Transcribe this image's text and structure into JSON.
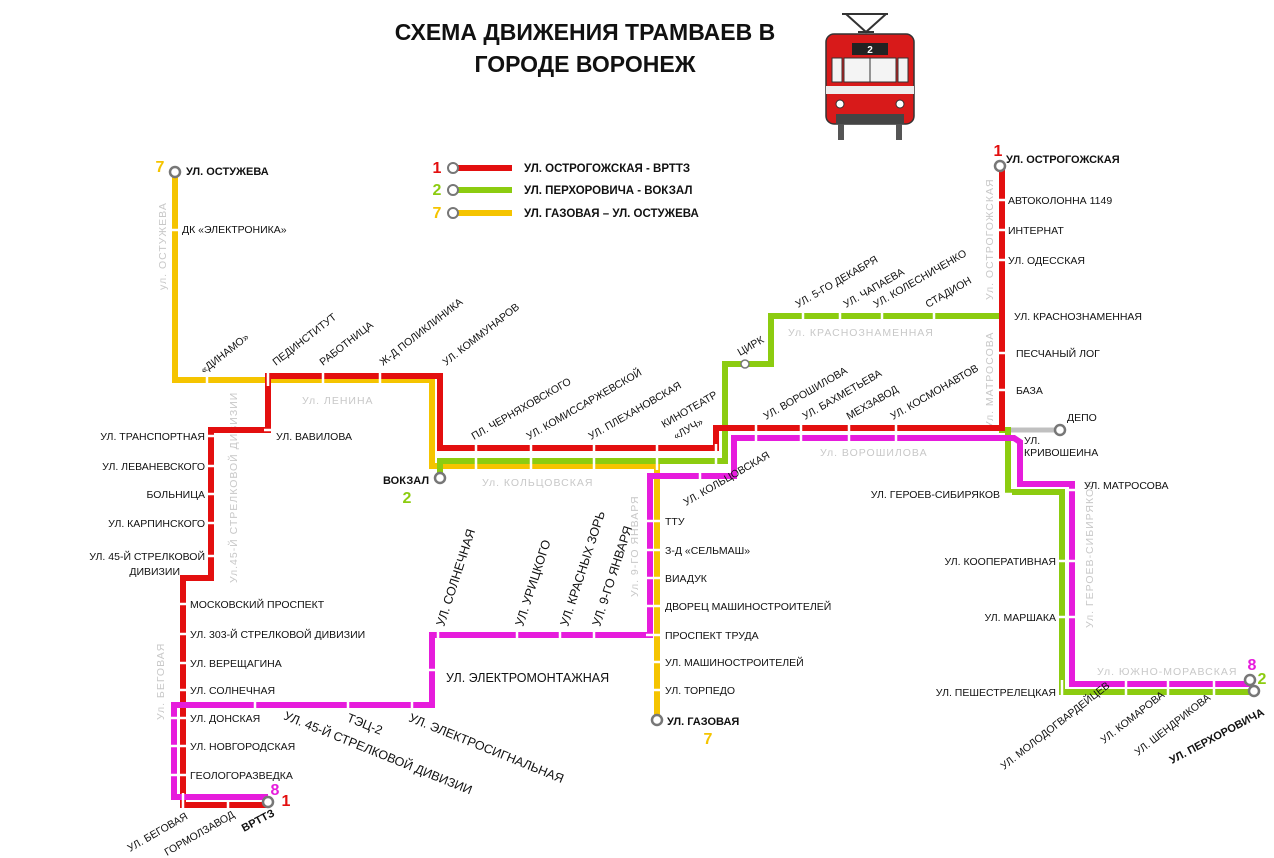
{
  "title": {
    "line1": "СХЕМА ДВИЖЕНИЯ ТРАМВАЕВ В",
    "line2": "ГОРОДЕ ВОРОНЕЖ"
  },
  "tram_icon": {
    "route_sign": "2"
  },
  "colors": {
    "route1": "#e30f0f",
    "route2": "#8ccc10",
    "route7": "#f5c400",
    "route8": "#e61cdc",
    "depot": "#c0c0c0"
  },
  "legend": [
    {
      "number": "1",
      "label": "УЛ. ОСТРОГОЖСКАЯ - ВРТТЗ"
    },
    {
      "number": "2",
      "label": "УЛ. ПЕРХОРОВИЧА - ВОКЗАЛ"
    },
    {
      "number": "7",
      "label": "УЛ. ГАЗОВАЯ – УЛ. ОСТУЖЕВА"
    }
  ],
  "route_numbers": {
    "r7_top": "7",
    "r1_top": "1",
    "r2_vokzal": "2",
    "r7_gaz": "7",
    "r8_vrttz": "8",
    "r1_vrttz": "1",
    "r8_persh": "8",
    "r2_persh": "2"
  },
  "terminals": {
    "ostuzheva": "УЛ. ОСТУЖЕВА",
    "ostrogozhskaya": "УЛ. ОСТРОГОЖСКАЯ",
    "depo": "ДЕПО",
    "vokzal": "ВОКЗАЛ",
    "gazovaya": "УЛ. ГАЗОВАЯ",
    "vrttz": "ВРТТЗ",
    "perhorovicha": "УЛ. ПЕРХОРОВИЧА"
  },
  "streets": {
    "ostuzheva": "ул. ОСТУЖЕВА",
    "lenina": "Ул. ЛЕНИНА",
    "strelk45": "Ул.45-Й СТРЕЛКОВОЙ ДИВИЗИИ",
    "koltsovskaya": "Ул. КОЛЬЦОВСКАЯ",
    "yanvarya9": "Ул. 9-ГО ЯНВАРЯ",
    "krasnoznam": "Ул. КРАСНОЗНАМЕННАЯ",
    "voroshilova": "Ул. ВОРОШИЛОВА",
    "matrosova": "Ул. МАТРОСОВА",
    "ostrogozh": "Ул. ОСТРОГОЖСКАЯ",
    "geroev": "Ул. ГЕРОЕВ-СИБИРЯКОВ",
    "yuzhno": "Ул. ЮЖНО-МОРАВСКАЯ",
    "begovaya": "Ул. БЕГОВАЯ"
  },
  "stops": {
    "dk_elektronika": "ДК «ЭЛЕКТРОНИКА»",
    "dinamo": "«ДИНАМО»",
    "pedinstitut": "ПЕДИНСТИТУТ",
    "rabotnitsa": "РАБОТНИЦА",
    "zhd_poliklinika": "Ж-Д ПОЛИКЛИНИКА",
    "kommunarov": "УЛ. КОММУНАРОВ",
    "vavilova": "УЛ. ВАВИЛОВА",
    "transportnaya": "УЛ. ТРАНСПОРТНАЯ",
    "levanevskogo": "УЛ. ЛЕВАНЕВСКОГО",
    "bolnitsa": "БОЛЬНИЦА",
    "karpinskogo": "УЛ. КАРПИНСКОГО",
    "strelk45_line1": "УЛ. 45-Й СТРЕЛКОВОЙ",
    "strelk45_line2": "ДИВИЗИИ",
    "moskovsky": "МОСКОВСКИЙ ПРОСПЕКТ",
    "strelk303": "УЛ. 303-Й СТРЕЛКОВОЙ ДИВИЗИИ",
    "vereshchagina": "УЛ. ВЕРЕЩАГИНА",
    "solnechnaya_w": "УЛ. СОЛНЕЧНАЯ",
    "donskaya": "УЛ. ДОНСКАЯ",
    "novgorodskaya": "УЛ. НОВГОРОДСКАЯ",
    "geologorazvedka": "ГЕОЛОГОРАЗВЕДКА",
    "begovaya": "УЛ. БЕГОВАЯ",
    "gormolzavod": "ГОРМОЛЗАВОД",
    "strelk45_big": "УЛ. 45-Й СТРЕЛКОВОЙ ДИВИЗИИ",
    "tets2": "ТЭЦ-2",
    "elektrosignalnaya": "УЛ. ЭЛЕКТРОСИГНАЛЬНАЯ",
    "elektromontazhnaya": "УЛ. ЭЛЕКТРОМОНТАЖНАЯ",
    "solnechnaya_c": "УЛ. СОЛНЕЧНАЯ",
    "uritskogo": "УЛ. УРИЦКОГО",
    "krasnykh_zor": "УЛ. КРАСНЫХ ЗОРЬ",
    "yanvarya9_stop": "УЛ. 9-ГО ЯНВАРЯ",
    "pl_chernyakhovskogo": "ПЛ. ЧЕРНЯХОВСКОГО",
    "komissarzhevskoy": "УЛ. КОМИССАРЖЕВСКОЙ",
    "plekhanovskaya": "УЛ. ПЛЕХАНОВСКАЯ",
    "kinoteatr": "КИНОТЕАТР",
    "luch": "«ЛУЧ»",
    "koltsovskaya": "УЛ. КОЛЬЦОВСКАЯ",
    "ttu": "ТТУ",
    "selmash": "З-Д «СЕЛЬМАШ»",
    "viaduk": "ВИАДУК",
    "dvorets": "ДВОРЕЦ МАШИНОСТРОИТЕЛЕЙ",
    "prospekt_truda": "ПРОСПЕКТ ТРУДА",
    "mashinostroiteley": "УЛ. МАШИНОСТРОИТЕЛЕЙ",
    "torpedo": "УЛ. ТОРПЕДО",
    "tsirk": "ЦИРК",
    "dekabrya5": "УЛ. 5-ГО ДЕКАБРЯ",
    "chapaeva": "УЛ. ЧАПАЕВА",
    "kolesnichenko": "УЛ. КОЛЕСНИЧЕНКО",
    "stadion": "СТАДИОН",
    "voroshilova": "УЛ. ВОРОШИЛОВА",
    "bakhmetyeva": "УЛ. БАХМЕТЬЕВА",
    "mekhzavod": "МЕХЗАВОД",
    "kosmonavtov": "УЛ. КОСМОНАВТОВ",
    "avtokolonna": "АВТОКОЛОННА 1149",
    "internat": "ИНТЕРНАТ",
    "odesskaya": "УЛ. ОДЕССКАЯ",
    "krasnoznamennaya": "УЛ. КРАСНОЗНАМЕННАЯ",
    "peschany_log": "ПЕСЧАНЫЙ ЛОГ",
    "baza": "БАЗА",
    "krivosheina_1": "УЛ.",
    "krivosheina_2": "КРИВОШЕИНА",
    "geroev_sibiryakov": "УЛ. ГЕРОЕВ-СИБИРЯКОВ",
    "matrosova": "УЛ. МАТРОСОВА",
    "kooperativnaya": "УЛ. КООПЕРАТИВНАЯ",
    "marshaka": "УЛ. МАРШАКА",
    "peshestrelets": "УЛ. ПЕШЕСТРЕЛЕЦКАЯ",
    "molodogvardeytsev": "УЛ. МОЛОДОГВАРДЕЙЦЕВ",
    "komarova": "УЛ. КОМАРОВА",
    "shendrikova": "УЛ. ШЕНДРИКОВА"
  }
}
